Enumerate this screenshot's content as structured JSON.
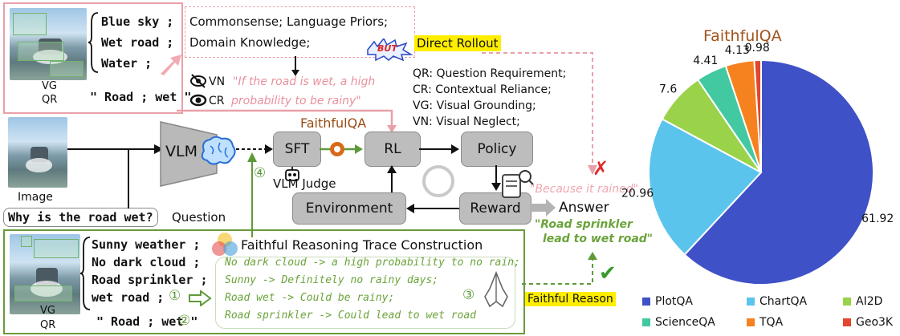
{
  "top_panel": {
    "facts": [
      "Blue sky ;",
      "Wet road ;",
      "Water ;"
    ],
    "vg_label": "VG",
    "qr_label": "QR",
    "query": "\" Road ; wet \"",
    "priors_line1": "Commonsense; Language Priors;",
    "priors_line2": "Domain Knowledge;",
    "but_badge": "BUT",
    "vn_label": "VN",
    "cr_label": "CR",
    "rain_quote_line1": "\"If the road is wet, a high",
    "rain_quote_line2": "probability to be rainy\""
  },
  "direct_rollout": "Direct Rollout",
  "abbreviations": [
    "QR: Question Requirement;",
    "CR: Contextual Reliance;",
    "VG: Visual Grounding;",
    "VN: Visual Neglect;"
  ],
  "pipeline": {
    "image_label": "Image",
    "question": "Why is the road wet?",
    "question_label": "Question",
    "vlm": "VLM",
    "sft": "SFT",
    "faithfulqa": "FaithfulQA",
    "rl": "RL",
    "policy": "Policy",
    "reward": "Reward",
    "environment": "Environment",
    "vlm_judge": "VLM Judge",
    "step4": "④",
    "answer": "Answer",
    "wrong_answer": "\"Because it rained\"",
    "right_answer_line1": "\"Road sprinkler",
    "right_answer_line2": "lead to wet road\"",
    "cross": "✗",
    "check": "✔"
  },
  "bottom_panel": {
    "facts": [
      "Sunny weather ;",
      "No dark cloud ;",
      "Road sprinkler ;",
      "wet road ;"
    ],
    "step1": "①",
    "step2": "②",
    "step3": "③",
    "vg_label": "VG",
    "qr_label": "QR",
    "query": "\" Road ; wet \"",
    "title": "Faithful Reasoning Trace Construction",
    "traces": [
      "No dark cloud -> a high probability to no rain;",
      "Sunny -> Definitely no rainy days;",
      "Road wet -> Could be rainy;",
      "Road sprinkler -> Could lead to wet road"
    ]
  },
  "faithful_reason": "Faithful Reason",
  "chart_data": {
    "type": "pie",
    "title": "FaithfulQA",
    "categories": [
      "PlotQA",
      "ChartQA",
      "AI2D",
      "ScienceQA",
      "TQA",
      "Geo3K"
    ],
    "values": [
      61.92,
      20.96,
      7.6,
      4.41,
      4.13,
      0.98
    ],
    "value_labels": [
      "61.92",
      "20.96",
      "7.6",
      "4.41",
      "4.13",
      "0.98"
    ],
    "colors": [
      "#3f51c7",
      "#5bc4ec",
      "#9ad24a",
      "#42c9a2",
      "#f5821f",
      "#e0472e"
    ],
    "legend_position": "bottom"
  }
}
